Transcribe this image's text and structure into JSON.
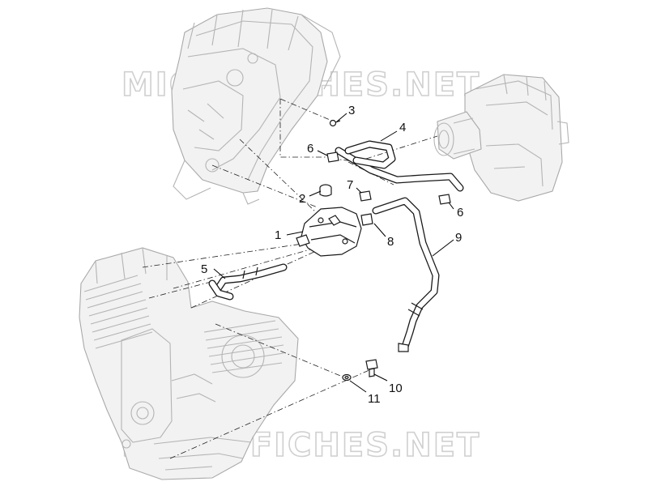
{
  "watermark": {
    "text": "MICROFICHES.NET"
  },
  "diagram": {
    "callouts": [
      {
        "id": "c1",
        "label": "1"
      },
      {
        "id": "c2",
        "label": "2"
      },
      {
        "id": "c3",
        "label": "3"
      },
      {
        "id": "c4",
        "label": "4"
      },
      {
        "id": "c5",
        "label": "5"
      },
      {
        "id": "c6a",
        "label": "6"
      },
      {
        "id": "c6b",
        "label": "6"
      },
      {
        "id": "c7",
        "label": "7"
      },
      {
        "id": "c8",
        "label": "8"
      },
      {
        "id": "c9",
        "label": "9"
      },
      {
        "id": "c10",
        "label": "10"
      },
      {
        "id": "c11",
        "label": "11"
      }
    ]
  }
}
